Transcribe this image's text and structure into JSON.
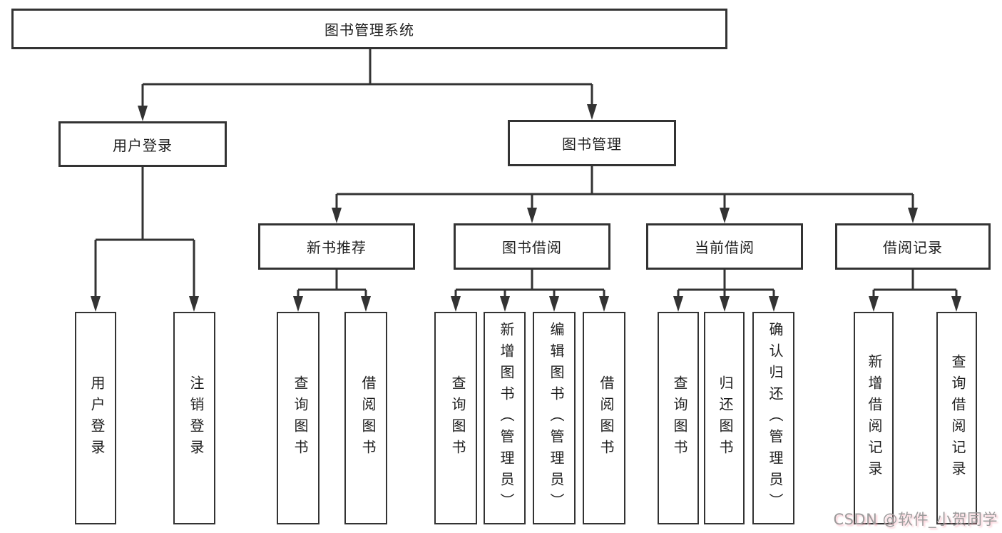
{
  "diagram": {
    "root": {
      "label": "图书管理系统"
    },
    "level2": [
      {
        "id": "user-login",
        "label": "用户登录"
      },
      {
        "id": "book-management",
        "label": "图书管理"
      }
    ],
    "level3": [
      {
        "id": "new-book-recommend",
        "label": "新书推荐",
        "parent": "book-management"
      },
      {
        "id": "book-borrow",
        "label": "图书借阅",
        "parent": "book-management"
      },
      {
        "id": "current-borrow",
        "label": "当前借阅",
        "parent": "book-management"
      },
      {
        "id": "borrow-records",
        "label": "借阅记录",
        "parent": "book-management"
      }
    ],
    "leaves": [
      {
        "id": "user-login-leaf",
        "label": "用户登录",
        "parent": "user-login"
      },
      {
        "id": "logout",
        "label": "注销登录",
        "parent": "user-login"
      },
      {
        "id": "query-book-1",
        "label": "查询图书",
        "parent": "new-book-recommend"
      },
      {
        "id": "borrow-book-1",
        "label": "借阅图书",
        "parent": "new-book-recommend"
      },
      {
        "id": "query-book-2",
        "label": "查询图书",
        "parent": "book-borrow"
      },
      {
        "id": "add-book-admin",
        "label": "新增图书（管理员）",
        "parent": "book-borrow"
      },
      {
        "id": "edit-book-admin",
        "label": "编辑图书（管理员）",
        "parent": "book-borrow"
      },
      {
        "id": "borrow-book-2",
        "label": "借阅图书",
        "parent": "book-borrow"
      },
      {
        "id": "query-book-3",
        "label": "查询图书",
        "parent": "current-borrow"
      },
      {
        "id": "return-book",
        "label": "归还图书",
        "parent": "current-borrow"
      },
      {
        "id": "confirm-return-admin",
        "label": "确认归还（管理员）",
        "parent": "current-borrow"
      },
      {
        "id": "add-borrow-record",
        "label": "新增借阅记录",
        "parent": "borrow-records"
      },
      {
        "id": "query-borrow-record",
        "label": "查询借阅记录",
        "parent": "borrow-records"
      }
    ]
  },
  "watermark": {
    "text": "CSDN @软件_小贺同学"
  },
  "colors": {
    "line": "#333333",
    "box_border": "#333333",
    "text": "#1f1f1f",
    "background": "#ffffff",
    "watermark": "#9c9c9c"
  }
}
